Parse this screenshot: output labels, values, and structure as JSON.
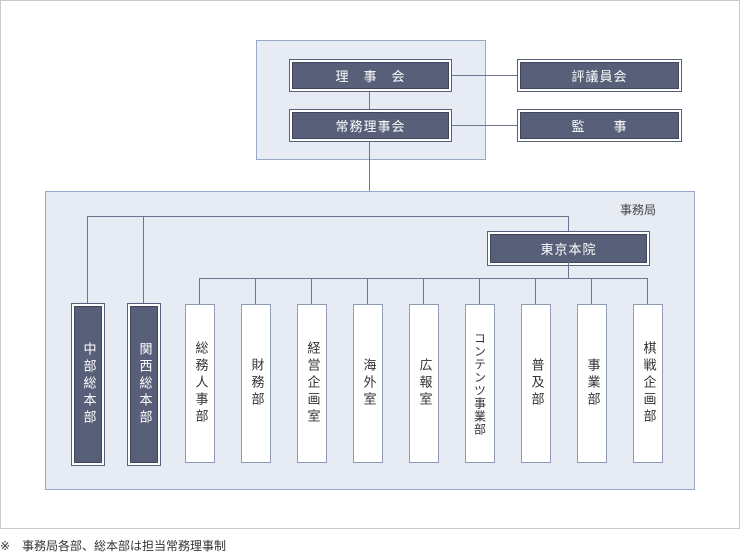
{
  "board": {
    "board_of_directors": "理　事　会",
    "executive_board": "常務理事会",
    "councillors": "評議員会",
    "auditors": "監　　事"
  },
  "office": {
    "label": "事務局",
    "tokyo_headquarters": "東京本院",
    "chubu": "中部総本部",
    "kansai": "関西総本部",
    "departments": [
      "総務人事部",
      "財務部",
      "経営企画室",
      "海外室",
      "広報室",
      "コンテンツ事業部",
      "普及部",
      "事業部",
      "棋戦企画部"
    ]
  },
  "footnote": "※　事務局各部、総本部は担当常務理事制",
  "colors": {
    "dark_box": "#585f78",
    "panel_bg": "#e6ebf4",
    "panel_border": "#98a8c8",
    "line": "#6d7690"
  }
}
